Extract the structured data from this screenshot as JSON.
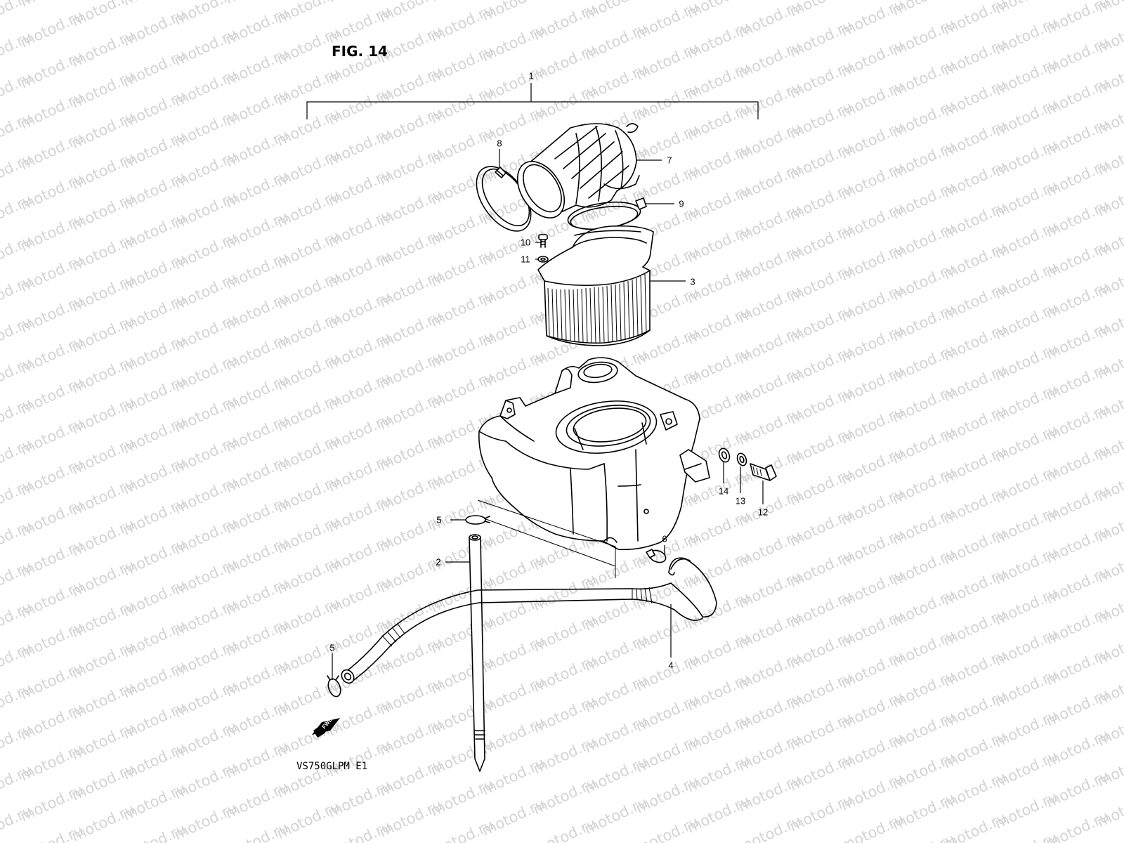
{
  "figure_title": "FIG. 14",
  "model_code": "VS750GLPM  E1",
  "watermark_text": "motod.ru",
  "direction_arrow_label": "FWD",
  "callouts": [
    {
      "id": "c1",
      "number": "1"
    },
    {
      "id": "c2",
      "number": "2"
    },
    {
      "id": "c3",
      "number": "3"
    },
    {
      "id": "c4",
      "number": "4"
    },
    {
      "id": "c5a",
      "number": "5"
    },
    {
      "id": "c5b",
      "number": "5"
    },
    {
      "id": "c6",
      "number": "6"
    },
    {
      "id": "c7",
      "number": "7"
    },
    {
      "id": "c8",
      "number": "8"
    },
    {
      "id": "c9",
      "number": "9"
    },
    {
      "id": "c10",
      "number": "10"
    },
    {
      "id": "c11",
      "number": "11"
    },
    {
      "id": "c12",
      "number": "12"
    },
    {
      "id": "c13",
      "number": "13"
    },
    {
      "id": "c14",
      "number": "14"
    }
  ],
  "colors": {
    "line": "#000000",
    "watermark": "#d4d4d4",
    "background": "#ffffff"
  }
}
